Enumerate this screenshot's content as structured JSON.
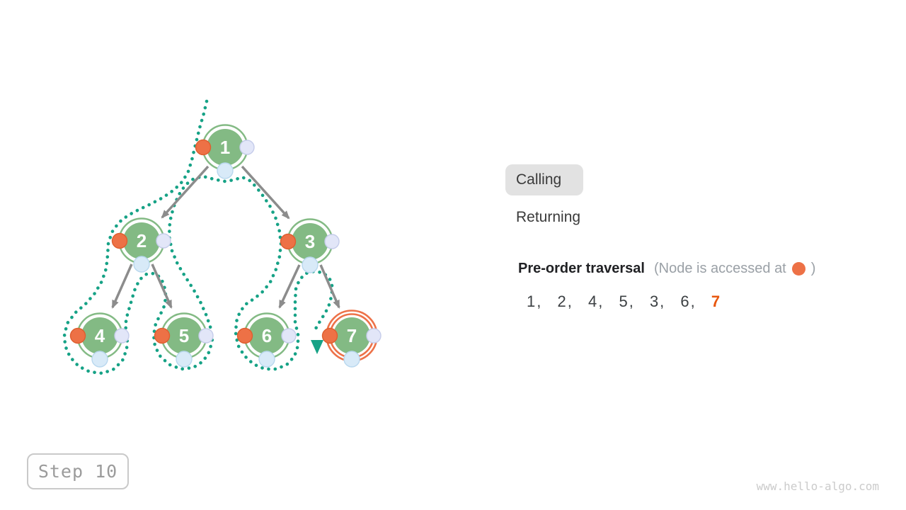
{
  "tabs": {
    "calling": "Calling",
    "returning": "Returning"
  },
  "legend": {
    "title": "Pre-order traversal",
    "note_prefix": "(Node is accessed at",
    "note_suffix": ")",
    "marker_color": "#ED7146"
  },
  "sequence": {
    "items": [
      "1,",
      "2,",
      "4,",
      "5,",
      "3,",
      "6,"
    ],
    "current": "7",
    "current_color": "#E8570E"
  },
  "tree": {
    "nodes": [
      {
        "label": "1",
        "state": "visited"
      },
      {
        "label": "2",
        "state": "visited"
      },
      {
        "label": "3",
        "state": "visited"
      },
      {
        "label": "4",
        "state": "visited"
      },
      {
        "label": "5",
        "state": "visited"
      },
      {
        "label": "6",
        "state": "visited"
      },
      {
        "label": "7",
        "state": "current"
      }
    ],
    "edges": [
      [
        "1",
        "2"
      ],
      [
        "1",
        "3"
      ],
      [
        "2",
        "4"
      ],
      [
        "2",
        "5"
      ],
      [
        "3",
        "6"
      ],
      [
        "3",
        "7"
      ]
    ],
    "colors": {
      "node_fill": "#83BA84",
      "node_ring": "#83BA84",
      "current_ring": "#ED7249",
      "access_dot": "#ED7146",
      "right_dot": "#E2E6F8",
      "bottom_dot": "#D8EAF8",
      "traversal_path": "#16A286",
      "edge": "#8C8C8C"
    }
  },
  "step": {
    "label": "Step 10"
  },
  "watermark": "www.hello-algo.com"
}
